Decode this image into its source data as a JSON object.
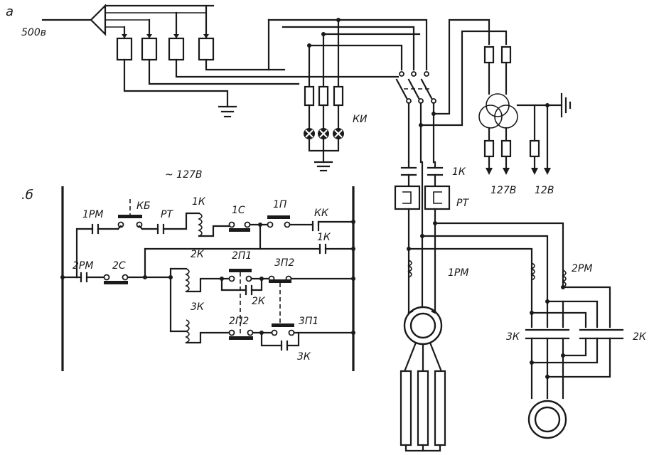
{
  "panel_labels": {
    "a": "а",
    "b": ".б"
  },
  "voltages": {
    "supply": "500в",
    "control": "~ 127В",
    "out_127": "127В",
    "out_12": "12В"
  },
  "labels": {
    "ki": "КИ",
    "k1": "1К",
    "pt": "РТ",
    "rm1": "1РМ",
    "rm2": "2РМ",
    "k2": "2К",
    "k3": "3К",
    "kb": "КБ",
    "kk": "КК",
    "s1": "1С",
    "s2": "2С",
    "p1": "1П",
    "p21": "2П1",
    "p22": "2П2",
    "p31": "3П1",
    "p32": "3П2"
  }
}
